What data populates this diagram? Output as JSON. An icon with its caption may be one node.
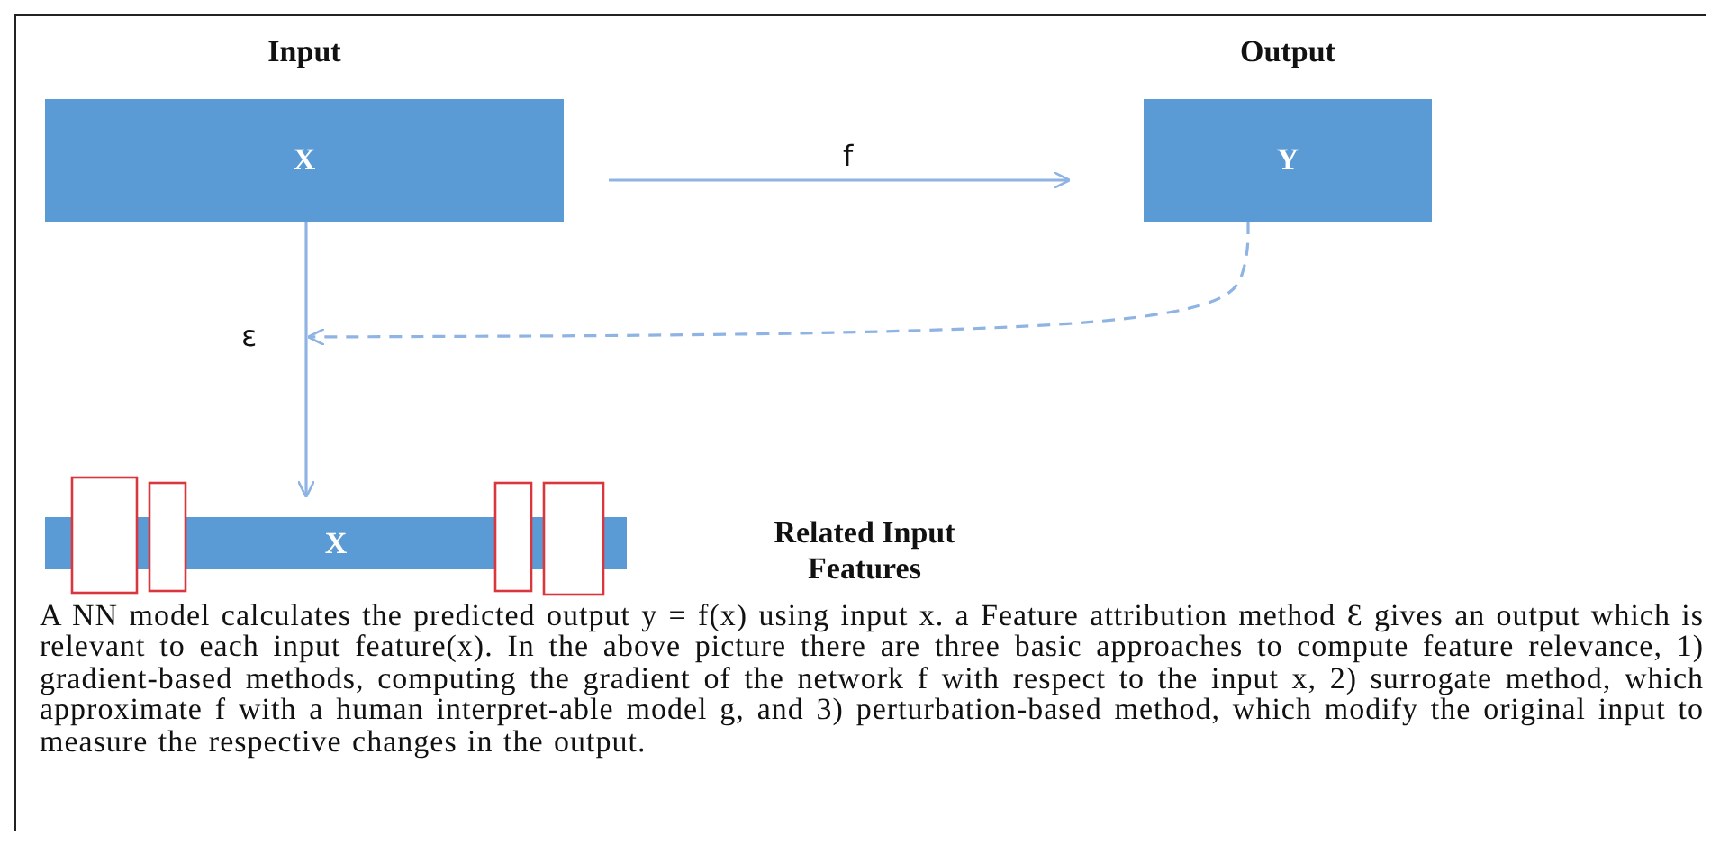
{
  "diagram": {
    "caption": "A NN model calculates the predicted output y = f(x) using input x. a Feature attribution method Ɛ gives an output which is relevant to each input feature(x). In the above picture there are three basic approaches to compute feature relevance, 1) gradient-based methods, computing the gradient of the network f with respect to the input x, 2) surrogate method, which approximate f with a human interpret-able model g, and 3) perturbation-based method, which modify the original input to measure the respective changes in the output.",
    "nodes": [
      {
        "text": [
          "Input",
          "X"
        ]
      },
      {
        "text": [
          "Output",
          "Y"
        ]
      },
      {
        "text": [
          "X"
        ]
      }
    ],
    "labels": [
      "Related Input Features"
    ],
    "edges": [
      {
        "from": 0,
        "to": 1,
        "arrow": "to",
        "label": "f"
      },
      {
        "from": 0,
        "to": 2,
        "arrow": "to",
        "label": "ɛ"
      },
      {
        "from": 1,
        "to": null,
        "arrow": "to",
        "style": "dashed"
      }
    ]
  }
}
